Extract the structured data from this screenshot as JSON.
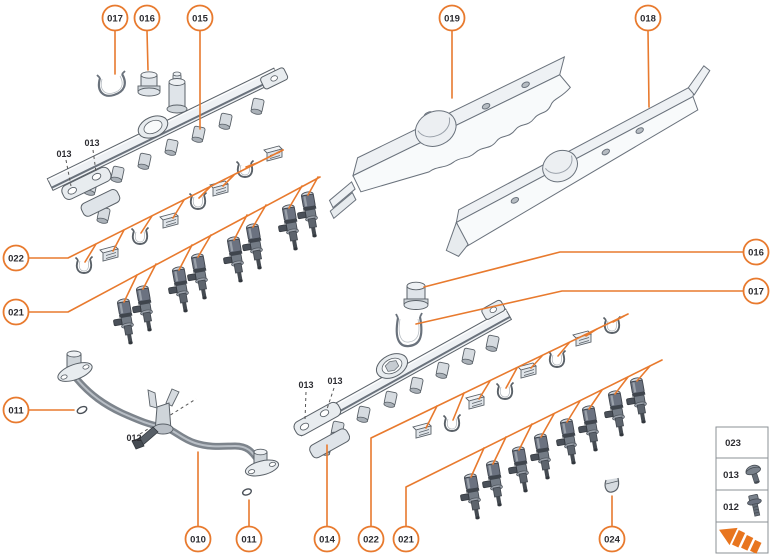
{
  "colors": {
    "accent": "#E87A2E",
    "background": "#FFFFFF",
    "label_text": "#2D2D32",
    "part_outline": "#5A6168"
  },
  "callouts": {
    "c017_top": {
      "label": "017"
    },
    "c016_top": {
      "label": "016"
    },
    "c015": {
      "label": "015"
    },
    "c019": {
      "label": "019"
    },
    "c018": {
      "label": "018"
    },
    "c022_left": {
      "label": "022"
    },
    "c021_left": {
      "label": "021"
    },
    "c011_left": {
      "label": "011"
    },
    "c010": {
      "label": "010"
    },
    "c011_bottom": {
      "label": "011"
    },
    "c014": {
      "label": "014"
    },
    "c022_bottom": {
      "label": "022"
    },
    "c021_bottom": {
      "label": "021"
    },
    "c024": {
      "label": "024"
    },
    "c016_right": {
      "label": "016"
    },
    "c017_right": {
      "label": "017"
    }
  },
  "inline_labels": {
    "l013_rail1_a": {
      "label": "013"
    },
    "l013_rail1_b": {
      "label": "013"
    },
    "l013_rail2_a": {
      "label": "013"
    },
    "l013_rail2_b": {
      "label": "013"
    },
    "l012_pipe": {
      "label": "012"
    }
  },
  "legend": {
    "rows": {
      "r023": {
        "label": "023",
        "icon": "none"
      },
      "r013": {
        "label": "013",
        "icon": "pan-head-screw-icon"
      },
      "r012": {
        "label": "012",
        "icon": "flange-bolt-icon"
      }
    },
    "logo_icon": "brand-arrow-logo"
  }
}
